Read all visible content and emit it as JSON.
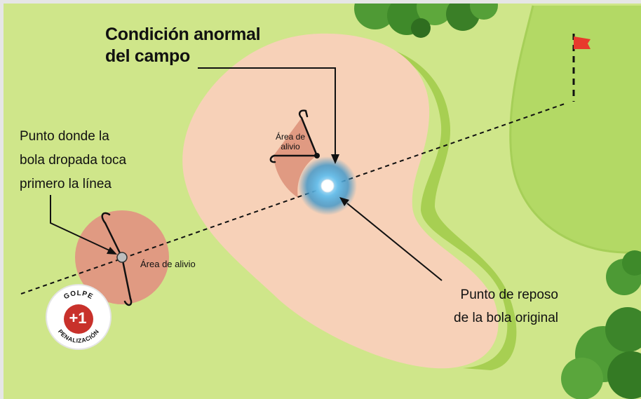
{
  "labels": {
    "condition_line1": "Condición anormal",
    "condition_line2": "del campo",
    "drop_line1": "Punto donde la",
    "drop_line2": "bola dropada toca",
    "drop_line3": "primero la línea",
    "rest_line1": "Punto de reposo",
    "rest_line2": "de la bola original",
    "relief_small_line1": "Área de",
    "relief_small_line2": "alivio",
    "relief_big": "Área de alivio"
  },
  "penalty": {
    "top": "GOLPE",
    "value": "+1",
    "bottom": "PENALIZACIÓN"
  },
  "colors": {
    "fairway": "#cfe68a",
    "green": "#b3d965",
    "bunker": "#f7d1b8",
    "relief": "#e09a82",
    "badge": "#c8312b",
    "flag": "#e83a2c",
    "ball_glow": "#4aa8d8"
  }
}
